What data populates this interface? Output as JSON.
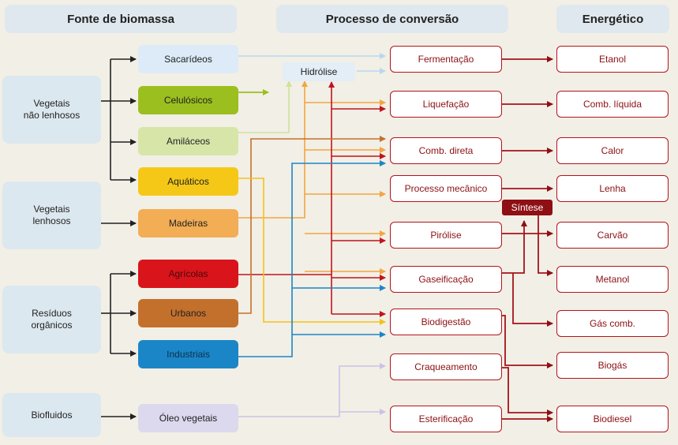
{
  "headers": {
    "fonte": "Fonte de biomassa",
    "processo": "Processo de conversão",
    "energetico": "Energético"
  },
  "groups": {
    "vegetais_nao_lenhosos": "Vegetais\nnão lenhosos",
    "vegetais_lenhosos": "Vegetais\nlenhosos",
    "residuos_organicos": "Resíduos\norgânicos",
    "biofluidos": "Biofluidos"
  },
  "sources": {
    "sacarideos": "Sacarídeos",
    "celulosicos": "Celulósicos",
    "amilaceos": "Amiláceos",
    "aquaticos": "Aquáticos",
    "madeiras": "Madeiras",
    "agricolas": "Agrícolas",
    "urbanos": "Urbanos",
    "industriais": "Industriais",
    "oleo_vegetais": "Óleo vegetais"
  },
  "source_colors": {
    "sacarideos": "#dcebf7",
    "celulosicos": "#9bbf1e",
    "amilaceos": "#d7e6a8",
    "aquaticos": "#f5c817",
    "madeiras": "#f2ad55",
    "agricolas": "#d9141b",
    "urbanos": "#c4702d",
    "industriais": "#1a86c8",
    "oleo_vegetais": "#dcd8ee"
  },
  "intermediate": {
    "hidrolise": "Hidrólise",
    "sintese": "Síntese"
  },
  "processes": {
    "fermentacao": "Fermentação",
    "liquefacao": "Liquefação",
    "comb_direta": "Comb. direta",
    "processo_mecanico": "Processo mecânico",
    "pirolise": "Pirólise",
    "gaseificacao": "Gaseificação",
    "biodigestao": "Biodigestão",
    "craqueamento": "Craqueamento",
    "esterificacao": "Esterificação"
  },
  "energy": {
    "etanol": "Etanol",
    "comb_liquida": "Comb. líquida",
    "calor": "Calor",
    "lenha": "Lenha",
    "carvao": "Carvão",
    "metanol": "Metanol",
    "gas_comb": "Gás comb.",
    "biogas": "Biogás",
    "biodiesel": "Biodiesel"
  },
  "colors": {
    "process_border": "#b3141b",
    "accent_red": "#b3141b",
    "sintese_bg": "#8e0f14",
    "header_bg": "#dfe8ee",
    "background": "#f2efe6"
  }
}
